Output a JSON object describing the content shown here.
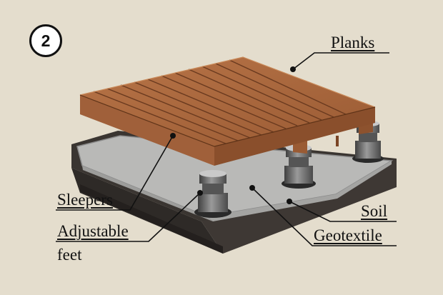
{
  "step_number": "2",
  "labels": {
    "planks": "Planks",
    "sleepers": "Sleepers",
    "adjustable": "Adjustable",
    "feet": "feet",
    "soil": "Soil",
    "geotextile": "Geotextile"
  },
  "colors": {
    "background": "#e4ddcd",
    "soil": "#3a3531",
    "geotextile": "#b8b8b6",
    "wood": "#a8663c",
    "pedestal": "#6e6e6e"
  }
}
